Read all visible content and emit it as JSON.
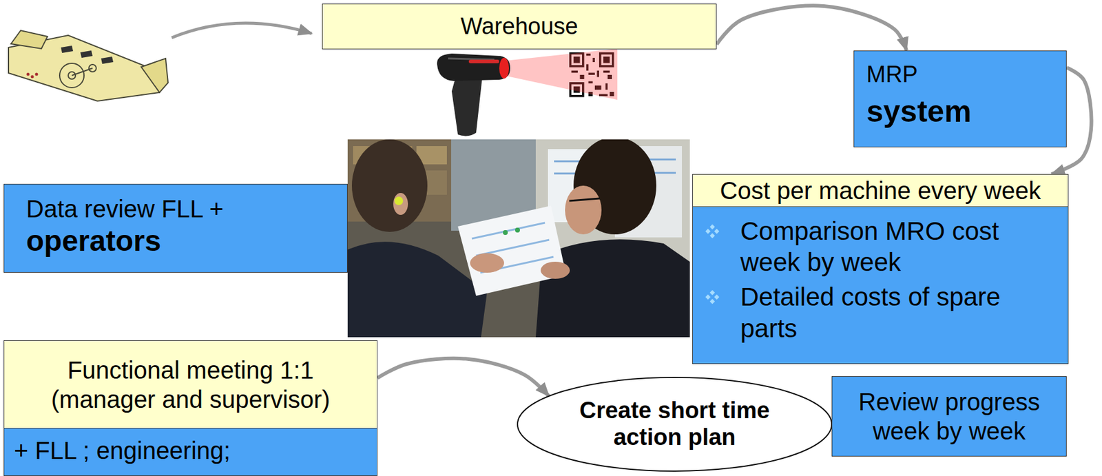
{
  "diagram": {
    "nodes": [
      {
        "text": [
          "Warehouse"
        ]
      },
      {
        "text": [
          "MRP",
          "system"
        ]
      },
      {
        "text": [
          "Data review FLL +",
          "operators"
        ]
      },
      {
        "text": [
          "Cost per machine every week",
          "Comparison MRO cost week by week",
          "Detailed costs of spare parts"
        ]
      },
      {
        "text": [
          "Functional meeting 1:1 (manager and supervisor)",
          "+ FLL ; engineering;"
        ]
      },
      {
        "text": [
          "Create short time action plan"
        ]
      },
      {
        "text": [
          "Review progress week by week"
        ]
      }
    ],
    "edges": [
      {
        "from": 0,
        "to": 1,
        "arrow": "to"
      },
      {
        "from": 1,
        "to": 3,
        "arrow": "to"
      },
      {
        "from": 4,
        "to": 5,
        "arrow": "to"
      }
    ]
  }
}
